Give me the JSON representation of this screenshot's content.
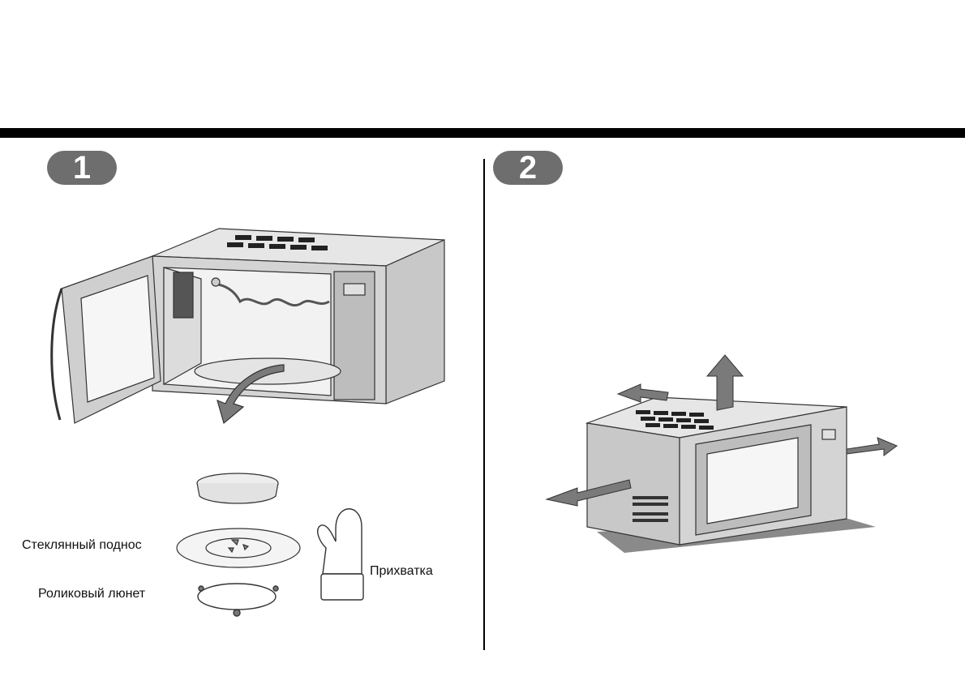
{
  "steps": [
    {
      "number": "1"
    },
    {
      "number": "2"
    }
  ],
  "labels": {
    "glass_tray": "Стеклянный поднос",
    "roller_ring": "Роликовый люнет",
    "oven_mitt": "Прихватка"
  },
  "colors": {
    "rule": "#000000",
    "badge": "#6e6e6e",
    "appliance_fill": "#cfcfcf",
    "arrow": "#7a7a7a"
  }
}
